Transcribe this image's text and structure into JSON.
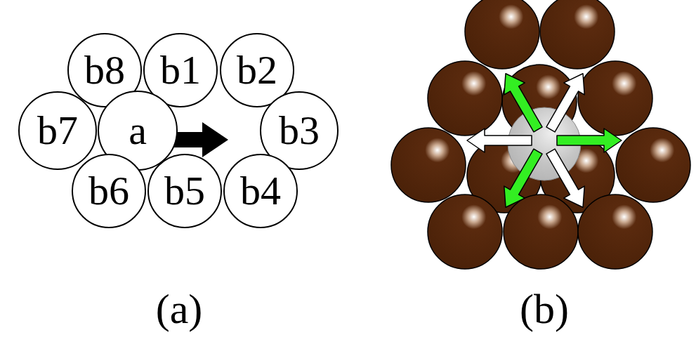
{
  "diagram": {
    "nodes": [
      {
        "text": [
          "b8"
        ]
      },
      {
        "text": [
          "b1"
        ]
      },
      {
        "text": [
          "b2"
        ]
      },
      {
        "text": [
          "b7"
        ]
      },
      {
        "text": [
          "a"
        ]
      },
      {
        "text": [
          "b3"
        ]
      },
      {
        "text": [
          "b6"
        ]
      },
      {
        "text": [
          "b5"
        ]
      },
      {
        "text": [
          "b4"
        ]
      }
    ],
    "labels": [
      "(a)",
      "(b)"
    ]
  }
}
